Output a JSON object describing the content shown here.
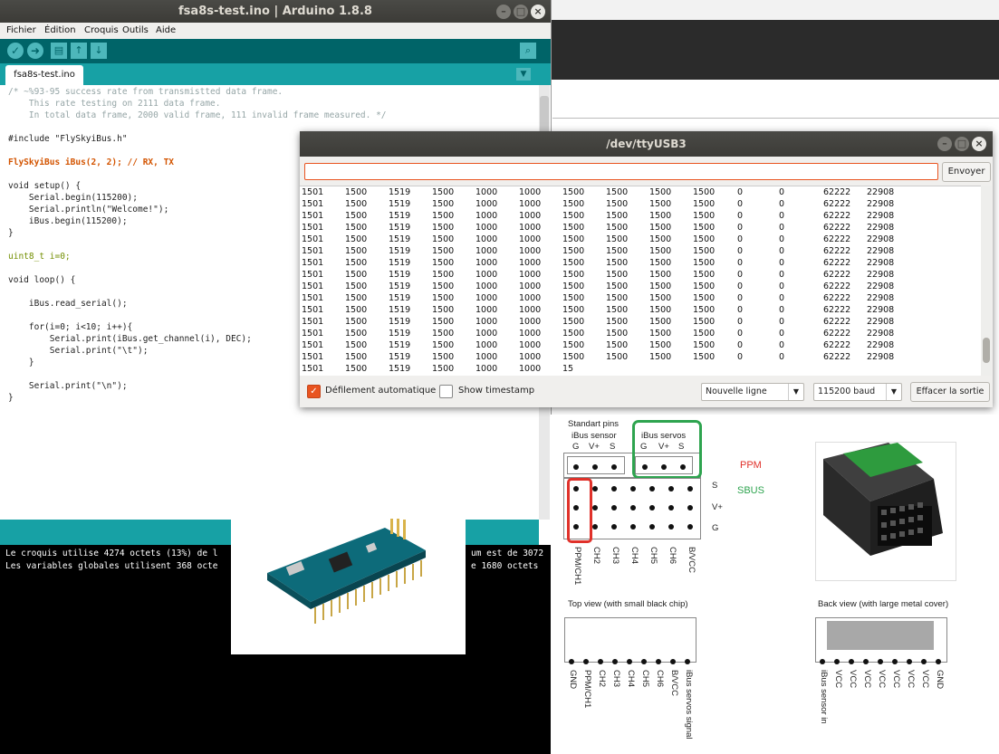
{
  "ide": {
    "title": "fsa8s-test.ino | Arduino 1.8.8",
    "menu": [
      "Fichier",
      "Édition",
      "Croquis",
      "Outils",
      "Aide"
    ],
    "tab": "fsa8s-test.ino",
    "code": [
      "/* ~%93-95 success rate from transmistted data frame.",
      "    This rate testing on 2111 data frame.",
      "    In total data frame, 2000 valid frame, 111 invalid frame measured. */",
      "",
      "#include \"FlySkyiBus.h\"",
      "",
      "FlySkyiBus iBus(2, 2); // RX, TX",
      "",
      "void setup() {",
      "    Serial.begin(115200);",
      "    Serial.println(\"Welcome!\");",
      "    iBus.begin(115200);",
      "}",
      "",
      "uint8_t i=0;",
      "",
      "void loop() {",
      "",
      "    iBus.read_serial();",
      "",
      "    for(i=0; i<10; i++){",
      "        Serial.print(iBus.get_channel(i), DEC);",
      "        Serial.print(\"\\t\");",
      "    }",
      "",
      "    Serial.print(\"\\n\");",
      "}"
    ],
    "console": [
      "Le croquis utilise 4274 octets (13%) de l",
      "Les variables globales utilisent 368 octe"
    ],
    "console_right": [
      "um est de 3072",
      "e 1680 octets"
    ]
  },
  "serial": {
    "title": "/dev/ttyUSB3",
    "send_label": "Envoyer",
    "autoscroll_label": "Défilement automatique",
    "timestamp_label": "Show timestamp",
    "line_ending": "Nouvelle ligne",
    "baud": "115200 baud",
    "clear_label": "Effacer la sortie",
    "rows": [
      [
        "1501",
        "1500",
        "1519",
        "1500",
        "1000",
        "1000",
        "1500",
        "1500",
        "1500",
        "1500",
        "0",
        "0",
        "62222",
        "22908"
      ],
      [
        "1501",
        "1500",
        "1519",
        "1500",
        "1000",
        "1000",
        "1500",
        "1500",
        "1500",
        "1500",
        "0",
        "0",
        "62222",
        "22908"
      ],
      [
        "1501",
        "1500",
        "1519",
        "1500",
        "1000",
        "1000",
        "1500",
        "1500",
        "1500",
        "1500",
        "0",
        "0",
        "62222",
        "22908"
      ],
      [
        "1501",
        "1500",
        "1519",
        "1500",
        "1000",
        "1000",
        "1500",
        "1500",
        "1500",
        "1500",
        "0",
        "0",
        "62222",
        "22908"
      ],
      [
        "1501",
        "1500",
        "1519",
        "1500",
        "1000",
        "1000",
        "1500",
        "1500",
        "1500",
        "1500",
        "0",
        "0",
        "62222",
        "22908"
      ],
      [
        "1501",
        "1500",
        "1519",
        "1500",
        "1000",
        "1000",
        "1500",
        "1500",
        "1500",
        "1500",
        "0",
        "0",
        "62222",
        "22908"
      ],
      [
        "1501",
        "1500",
        "1519",
        "1500",
        "1000",
        "1000",
        "1500",
        "1500",
        "1500",
        "1500",
        "0",
        "0",
        "62222",
        "22908"
      ],
      [
        "1501",
        "1500",
        "1519",
        "1500",
        "1000",
        "1000",
        "1500",
        "1500",
        "1500",
        "1500",
        "0",
        "0",
        "62222",
        "22908"
      ],
      [
        "1501",
        "1500",
        "1519",
        "1500",
        "1000",
        "1000",
        "1500",
        "1500",
        "1500",
        "1500",
        "0",
        "0",
        "62222",
        "22908"
      ],
      [
        "1501",
        "1500",
        "1519",
        "1500",
        "1000",
        "1000",
        "1500",
        "1500",
        "1500",
        "1500",
        "0",
        "0",
        "62222",
        "22908"
      ],
      [
        "1501",
        "1500",
        "1519",
        "1500",
        "1000",
        "1000",
        "1500",
        "1500",
        "1500",
        "1500",
        "0",
        "0",
        "62222",
        "22908"
      ],
      [
        "1501",
        "1500",
        "1519",
        "1500",
        "1000",
        "1000",
        "1500",
        "1500",
        "1500",
        "1500",
        "0",
        "0",
        "62222",
        "22908"
      ],
      [
        "1501",
        "1500",
        "1519",
        "1500",
        "1000",
        "1000",
        "1500",
        "1500",
        "1500",
        "1500",
        "0",
        "0",
        "62222",
        "22908"
      ],
      [
        "1501",
        "1500",
        "1519",
        "1500",
        "1000",
        "1000",
        "1500",
        "1500",
        "1500",
        "1500",
        "0",
        "0",
        "62222",
        "22908"
      ],
      [
        "1501",
        "1500",
        "1519",
        "1500",
        "1000",
        "1000",
        "1500",
        "1500",
        "1500",
        "1500",
        "0",
        "0",
        "62222",
        "22908"
      ],
      [
        "1501",
        "1500",
        "1519",
        "1500",
        "1000",
        "1000",
        "15"
      ]
    ]
  },
  "diagram": {
    "standart_pins": "Standart pins",
    "ibus_sensor": "iBus sensor",
    "ibus_servos": "iBus servos",
    "gvs_left": [
      "G",
      "V+",
      "S"
    ],
    "gvs_right": [
      "G",
      "V+",
      "S"
    ],
    "ppm": "PPM",
    "sbus": "SBUS",
    "side_labels": [
      "S",
      "V+",
      "G"
    ],
    "channel_labels": [
      "PPM/CH1",
      "CH2",
      "CH3",
      "CH4",
      "CH5",
      "CH6",
      "B/VCC"
    ],
    "top_view": "Top view (with small black chip)",
    "back_view": "Back view (with large metal cover)",
    "top_pins": [
      "GND",
      "PPM/CH1",
      "CH2",
      "CH3",
      "CH4",
      "CH5",
      "CH6",
      "B/VCC",
      "iBus servos signal"
    ],
    "back_pins": [
      "iBus sensor in",
      "VCC",
      "VCC",
      "VCC",
      "VCC",
      "VCC",
      "VCC",
      "VCC",
      "GND"
    ],
    "ppm_color": "#e0312a",
    "sbus_color": "#2ea44f"
  },
  "colors": {
    "arduino_teal": "#006468",
    "arduino_light": "#17a1a5",
    "ubuntu_orange": "#e95420"
  }
}
